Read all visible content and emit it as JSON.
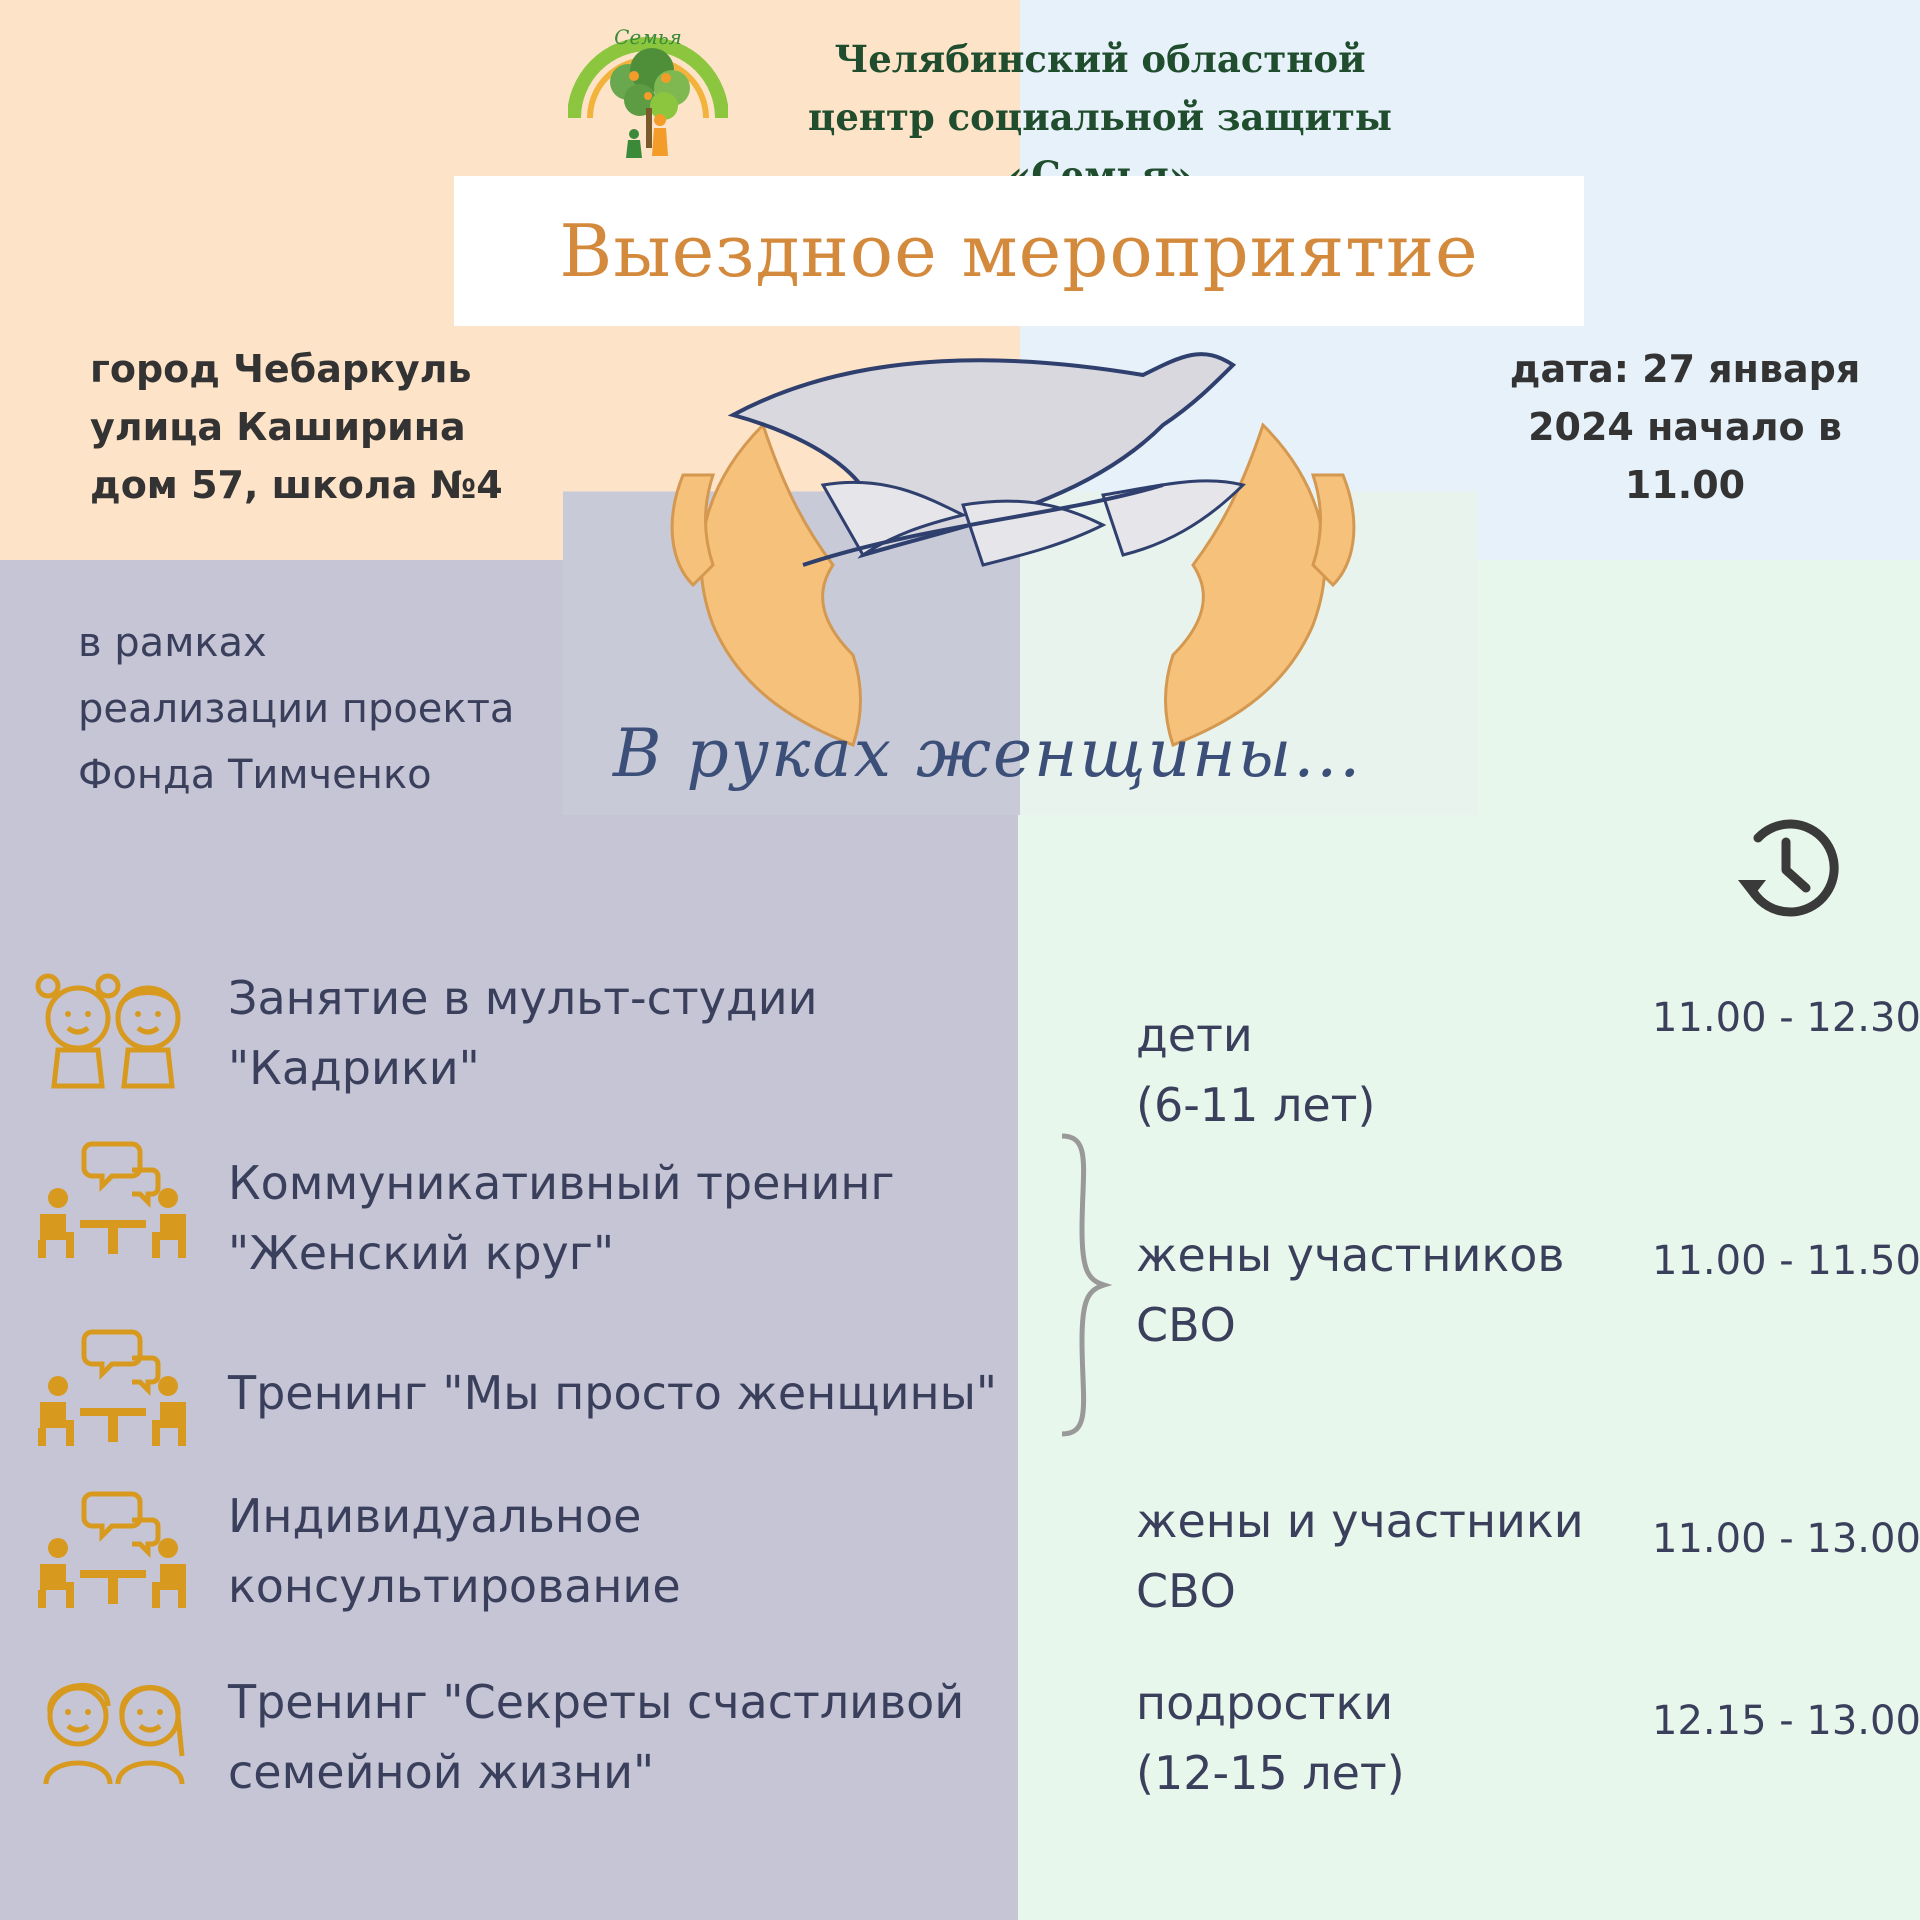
{
  "header": {
    "logo_text": "Семья",
    "org_line1": "Челябинский областной",
    "org_line2": "центр социальной защиты «Семья»"
  },
  "title": "Выездное мероприятие",
  "address": {
    "line1": "город Чебаркуль",
    "line2": "улица Каширина",
    "line3": "дом 57, школа №4"
  },
  "date": {
    "line1": "дата: 27 января",
    "line2": "2024 начало в",
    "line3": "11.00"
  },
  "project": {
    "line1": "в рамках",
    "line2": "реализации проекта",
    "line3": "Фонда Тимченко"
  },
  "emblem": {
    "caption": "В руках женщины..."
  },
  "schedule": [
    {
      "icon": "children-icon",
      "title1": "Занятие в мульт-студии",
      "title2": "\"Кадрики\"",
      "audience1": "дети",
      "audience2": "(6-11 лет)",
      "time": "11.00 - 12.30"
    },
    {
      "icon": "conversation-icon",
      "title1": "Коммуникативный тренинг",
      "title2": "\"Женский круг\"",
      "audience1": "жены участников",
      "audience2": "СВО",
      "time": "11.00 - 11.50"
    },
    {
      "icon": "conversation-icon",
      "title1": "Тренинг \"Мы просто женщины\"",
      "title2": "",
      "audience1": "",
      "audience2": "",
      "time": ""
    },
    {
      "icon": "conversation-icon",
      "title1": "Индивидуальное",
      "title2": "консультирование",
      "audience1": "жены и участники",
      "audience2": "СВО",
      "time": "11.00 - 13.00"
    },
    {
      "icon": "teenagers-icon",
      "title1": "Тренинг \"Секреты счастливой",
      "title2": "семейной жизни\"",
      "audience1": "подростки",
      "audience2": "(12-15 лет)",
      "time": "12.15 - 13.00"
    }
  ],
  "colors": {
    "accent": "#d48a3c",
    "icon": "#d89a1e",
    "text": "#3a3f5c",
    "org_green": "#1f4d2d"
  }
}
